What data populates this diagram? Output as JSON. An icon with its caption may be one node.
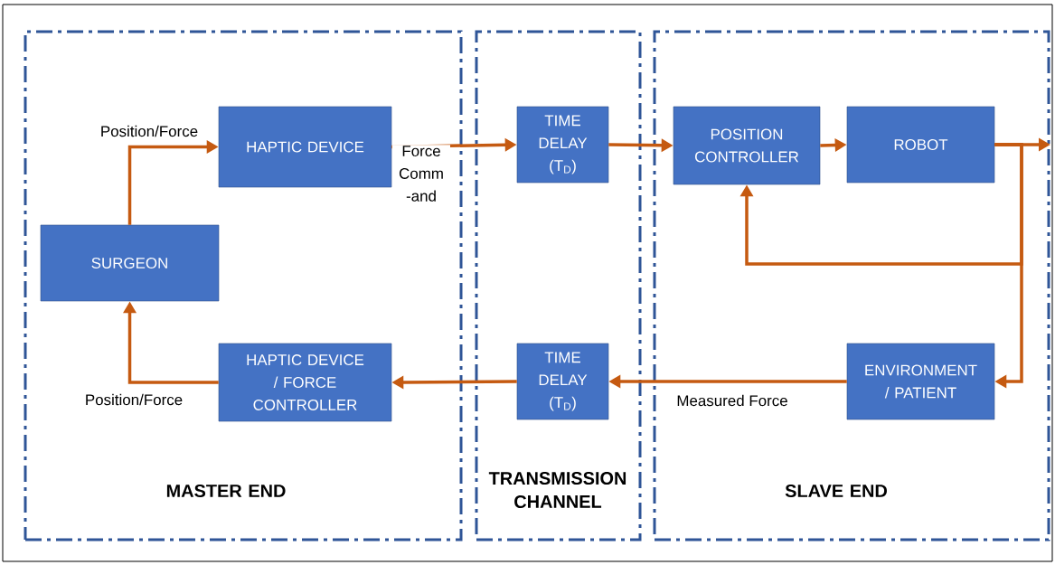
{
  "diagram": {
    "nodes": [
      {
        "text": [
          "MASTER END"
        ]
      },
      {
        "text": [
          "TRANSMISSION CHANNEL"
        ]
      },
      {
        "text": [
          "SLAVE END"
        ]
      },
      {
        "text": [
          "SURGEON"
        ],
        "in": 0
      },
      {
        "text": [
          "HAPTIC DEVICE"
        ],
        "in": 0
      },
      {
        "text": [
          "HAPTIC DEVICE / FORCE CONTROLLER"
        ],
        "in": 0
      },
      {
        "text": [
          "TIME DELAY (T$_{D}$)"
        ],
        "in": 1
      },
      {
        "text": [
          "TIME DELAY (T$_{D}$)"
        ],
        "in": 1
      },
      {
        "text": [
          "POSITION CONTROLLER"
        ],
        "in": 2
      },
      {
        "text": [
          "ROBOT"
        ],
        "in": 2
      },
      {
        "text": [
          "ENVIRONMENT / PATIENT"
        ],
        "in": 2
      }
    ],
    "edges": [
      {
        "from": 3,
        "to": 4,
        "arrow": "to",
        "label": "Position/Force"
      },
      {
        "from": 4,
        "to": 6,
        "arrow": "to",
        "label": "Force Comm -and"
      },
      {
        "from": 6,
        "to": 8,
        "arrow": "to"
      },
      {
        "from": 8,
        "to": 9,
        "arrow": "to"
      },
      {
        "from": 9,
        "to": null,
        "arrow": "to"
      },
      {
        "from": 9,
        "to": 10,
        "arrow": "to"
      },
      {
        "from": 9,
        "to": 8,
        "arrow": "to"
      },
      {
        "from": 10,
        "to": 7,
        "arrow": "to",
        "label": "Measured Force"
      },
      {
        "from": 7,
        "to": 5,
        "arrow": "to"
      },
      {
        "from": 5,
        "to": 3,
        "arrow": "to",
        "label": "Position/Force"
      }
    ]
  }
}
